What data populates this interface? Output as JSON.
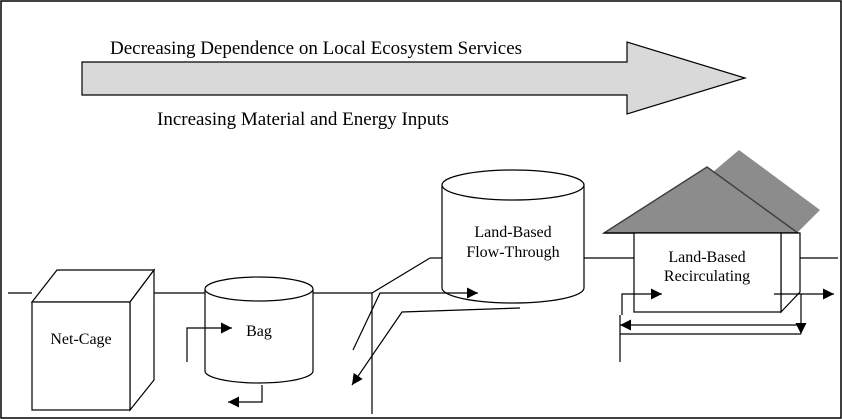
{
  "arrow_banner": {
    "top_text": "Decreasing Dependence on Local Ecosystem Services",
    "bottom_text": "Increasing Material and Energy Inputs",
    "fill_color": "#d9d9d9"
  },
  "systems": {
    "net_cage": {
      "label": "Net-Cage"
    },
    "bag": {
      "label": "Bag"
    },
    "flow_through": {
      "label_line1": "Land-Based",
      "label_line2": "Flow-Through"
    },
    "recirculating": {
      "label_line1": "Land-Based",
      "label_line2": "Recirculating",
      "roof_color": "#8c8c8c"
    }
  }
}
